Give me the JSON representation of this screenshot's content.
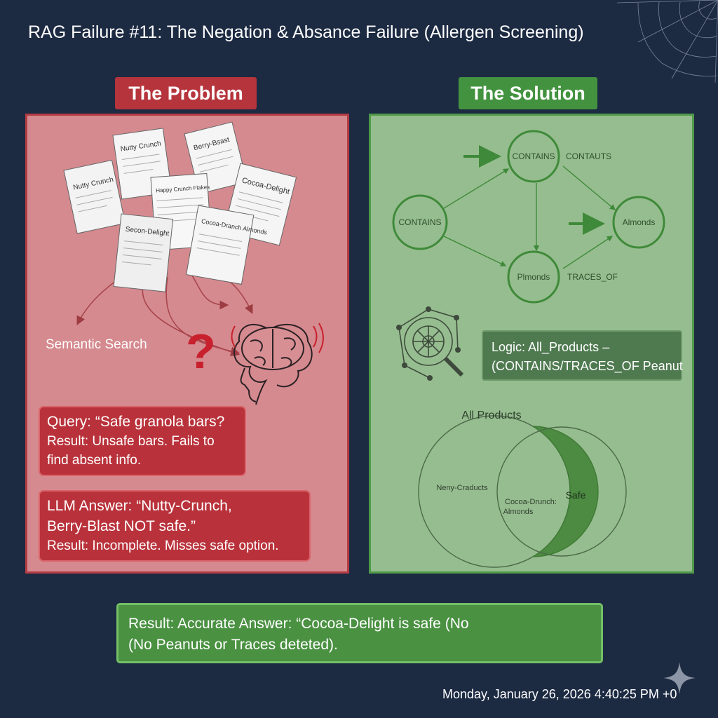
{
  "title": "RAG Failure #11: The Negation & Absance Failure (Allergen Screening)",
  "problem": {
    "label": "The Problem",
    "documents": [
      "Nutty Crunch",
      "Berry-Bsast",
      "Cocoa-Delight",
      "Nutty Crunch",
      "Happy Crunch Flakes",
      "Secon-Delight",
      "Cocoa-Dranch Almonds"
    ],
    "semantic_search_label": "Semantic Search",
    "question_mark": "?",
    "query": {
      "line1": "Query: “Safe granola bars?",
      "line2": "Result: Unsafe bars. Fails to",
      "line3": "find absent info."
    },
    "llm_answer": {
      "line1": "LLM Answer: “Nutty-Crunch,",
      "line2": "Berry-Blast NOT safe.”",
      "line3": "Result: Incomplete. Misses safe option."
    }
  },
  "solution": {
    "label": "The Solution",
    "graph": {
      "node_left": "CONTAINS",
      "node_top": "CONTAINS",
      "node_top_side": "CONTAUTS",
      "node_bottom": "Plmonds",
      "node_bottom_side": "TRACES_OF",
      "node_right": "Almonds"
    },
    "logic": {
      "line1": "Logic: All_Products –",
      "line2": "(CONTAINS/TRACES_OF Peanut"
    },
    "venn": {
      "title": "All Products",
      "left_label": "Neny-Craducts",
      "overlap_line1": "Cocoa-Drunch:",
      "overlap_line2": "Almonds",
      "right_label": "Safe"
    }
  },
  "result": {
    "line1": "Result: Accurate Answer: “Cocoa-Delight is safe (No",
    "line2": "(No Peanuts or Traces deteted)."
  },
  "timestamp": "Monday, January 26, 2026 4:40:25 PM +0",
  "colors": {
    "background": "#1c2a42",
    "problem_accent": "#b6343c",
    "problem_panel": "#d58a8f",
    "solution_accent": "#43923f",
    "solution_panel": "#96bd8f",
    "graph_stroke": "#3f8a3a"
  }
}
